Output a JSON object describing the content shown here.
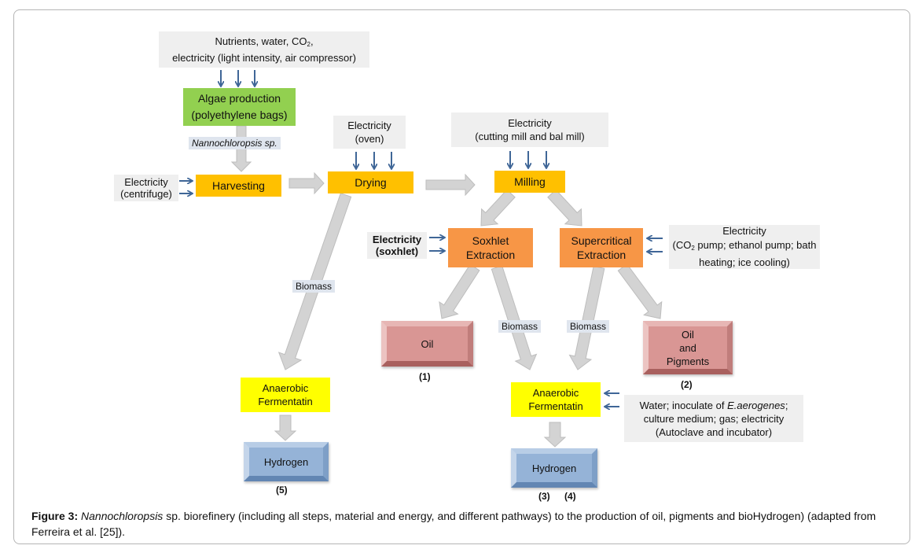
{
  "figure": {
    "inputs": {
      "algae": {
        "line1_pre": "Nutrients, water, CO",
        "line1_sub": "2",
        "line1_post": ",",
        "line2": "electricity (light intensity, air compressor)"
      },
      "drying": {
        "line1": "Electricity",
        "line2": "(oven)"
      },
      "milling": {
        "line1": "Electricity",
        "line2": "(cutting mill and bal mill)"
      },
      "harvesting": {
        "line1": "Electricity",
        "line2": "(centrifuge)"
      },
      "soxhlet": {
        "line1": "Electricity",
        "line2": "(soxhlet)"
      },
      "supercritical": {
        "line1": "Electricity",
        "line2_pre": "(CO",
        "line2_sub": "2",
        "line2_post": " pump; ethanol pump; bath",
        "line3": "heating; ice cooling)"
      },
      "fermentation": {
        "line1_pre": "Water; inoculate of ",
        "line1_italic": "E.aerogenes",
        "line1_post": ";",
        "line2": "culture medium; gas; electricity",
        "line3": "(Autoclave and incubator)"
      }
    },
    "steps": {
      "algae_production": {
        "line1": "Algae production",
        "line2": "(polyethylene bags)"
      },
      "harvesting": "Harvesting",
      "drying": "Drying",
      "milling": "Milling",
      "soxhlet": {
        "line1": "Soxhlet",
        "line2": "Extraction"
      },
      "supercritical": {
        "line1": "Supercritical",
        "line2": "Extraction"
      },
      "fermentation_left": {
        "line1": "Anaerobic",
        "line2": "Fermentatin"
      },
      "fermentation_right": {
        "line1": "Anaerobic",
        "line2": "Fermentatin"
      }
    },
    "products": {
      "oil": "Oil",
      "oil_pigments": {
        "line1": "Oil",
        "line2": "and",
        "line3": "Pigments"
      },
      "hydrogen_left": "Hydrogen",
      "hydrogen_right": "Hydrogen"
    },
    "labels": {
      "species": "Nannochloropsis sp.",
      "biomass_left": "Biomass",
      "biomass_mid1": "Biomass",
      "biomass_mid2": "Biomass"
    },
    "numbers": {
      "oil": "(1)",
      "oil_pigments": "(2)",
      "hydrogen_right_a": "(3)",
      "hydrogen_right_b": "(4)",
      "hydrogen_left": "(5)"
    },
    "colors": {
      "input_bg": "#efefef",
      "algae_green": "#92d050",
      "process_yellow_orange": "#ffc000",
      "extraction_orange": "#f79646",
      "fermentation_yellow": "#ffff00",
      "product_red": "#d99694",
      "product_blue": "#95b3d7",
      "small_arrow": "#3f6697",
      "flow_arrow": "#d0d0d0"
    }
  },
  "caption": {
    "label": "Figure 3:",
    "italic": "Nannochloropsis",
    "text": " sp. biorefinery (including all steps, material and energy, and different pathways) to the production of oil, pigments and bioHydrogen) (adapted from Ferreira et al. [25])."
  }
}
